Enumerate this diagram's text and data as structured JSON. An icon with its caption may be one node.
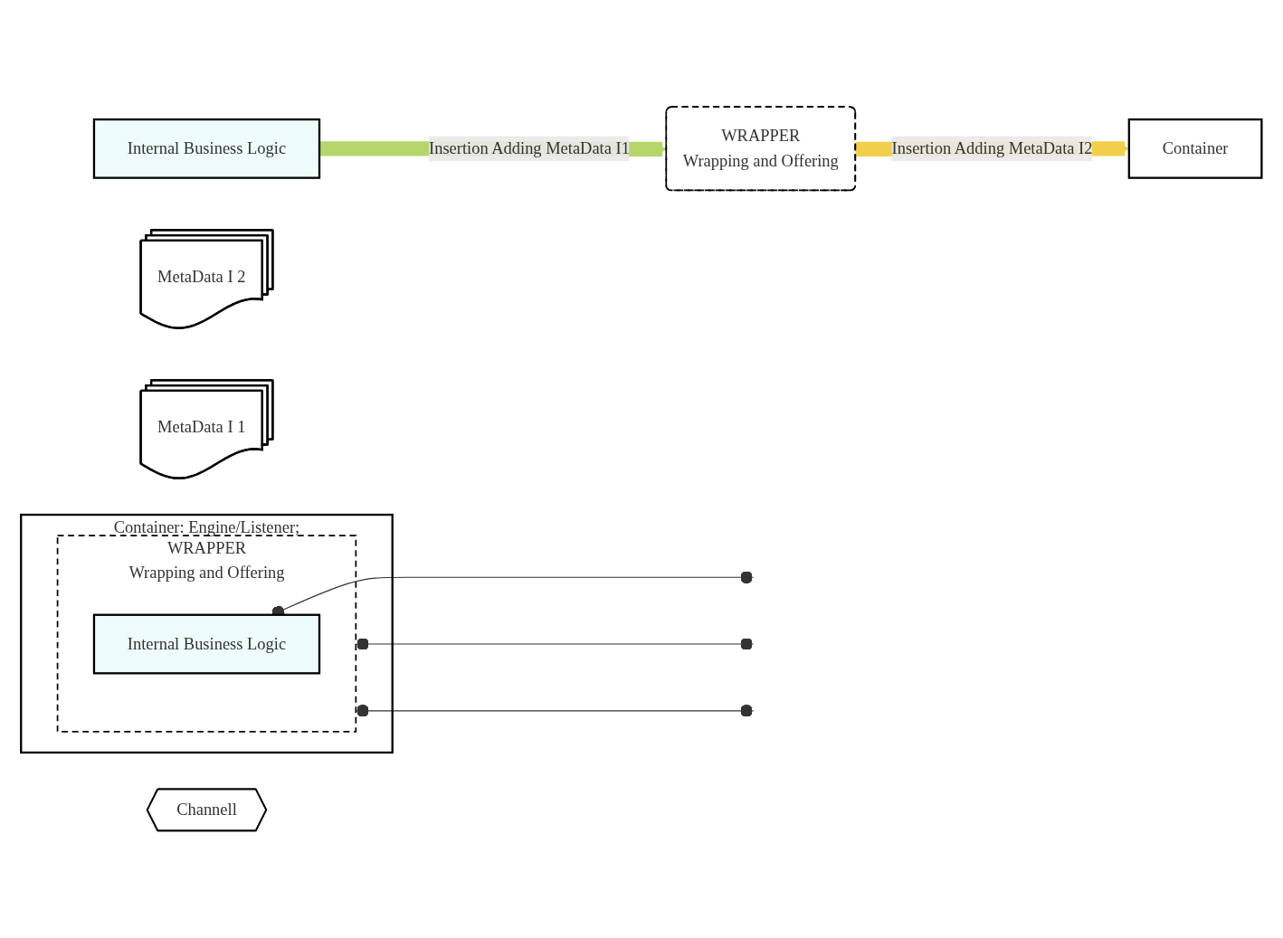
{
  "diagram": {
    "nodes": [
      {
        "text": [
          "Container: Engine/Listener;"
        ]
      },
      {
        "text": [
          "WRAPPER",
          "Wrapping and Offering"
        ],
        "in": 0
      },
      {
        "text": [
          "Internal Business Logic"
        ],
        "in": 1
      },
      {
        "text": [
          "Channell"
        ]
      },
      {
        "text": [
          "Internal Business Logic"
        ]
      },
      {
        "text": [
          "MetaData I 1"
        ]
      },
      {
        "text": [
          "WRAPPER",
          "Wrapping and Offering"
        ]
      },
      {
        "text": [
          "MetaData I 2"
        ]
      },
      {
        "text": [
          "Container"
        ]
      }
    ],
    "edges": [
      {
        "from": 2,
        "to": null,
        "arrow": "other"
      },
      {
        "from": 1,
        "to": null,
        "arrow": "other"
      },
      {
        "from": 1,
        "to": null,
        "arrow": "other"
      },
      {
        "from": 4,
        "to": 6,
        "arrow": "to",
        "label": "Insertion Adding MetaData I1",
        "style": "thick",
        "color": "#b5d66a"
      },
      {
        "from": 6,
        "to": 8,
        "arrow": "to",
        "label": "Insertion Adding MetaData I2",
        "style": "thick",
        "color": "#f2cf4a"
      }
    ]
  }
}
